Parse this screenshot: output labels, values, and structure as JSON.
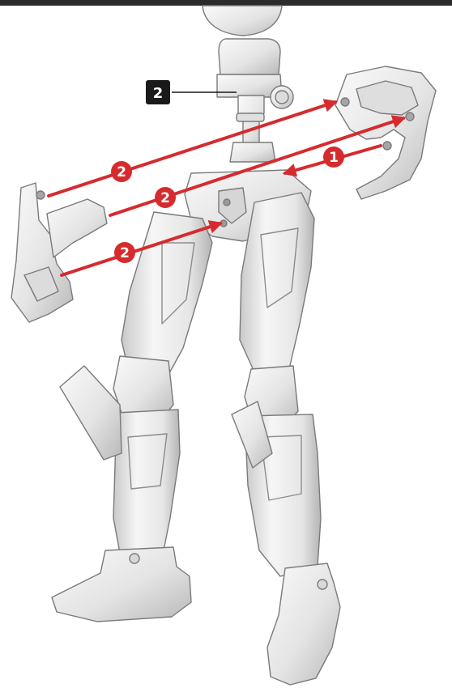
{
  "diagram": {
    "part_tag": "2",
    "steps": [
      {
        "number": "2"
      },
      {
        "number": "1"
      },
      {
        "number": "2"
      },
      {
        "number": "2"
      }
    ]
  },
  "colors": {
    "arrow": "#d52b2f",
    "tag_bg": "#1a1a1a",
    "top_bar": "#2b2b2b",
    "part_fill": "#ececec",
    "part_stroke": "#7a7a7a"
  }
}
